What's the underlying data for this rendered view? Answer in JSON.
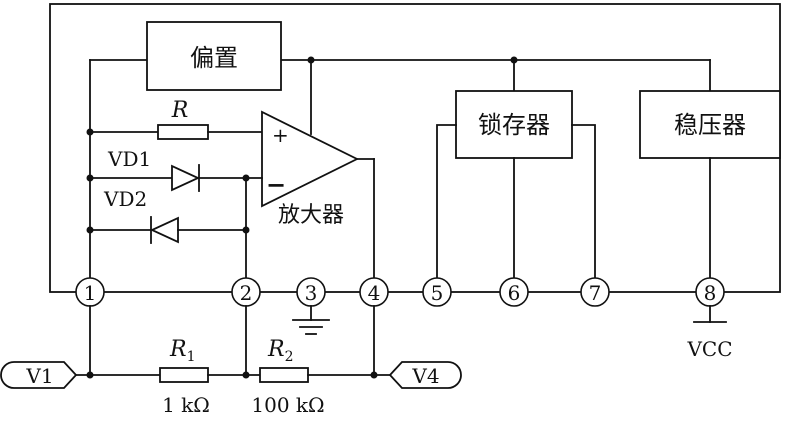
{
  "blocks": {
    "bias": "偏置",
    "latch": "锁存器",
    "regulator": "稳压器",
    "amplifier": "放大器"
  },
  "components": {
    "r_label": "R",
    "vd1": "VD1",
    "vd2": "VD2",
    "r1": {
      "letter": "R",
      "sub": "1",
      "value": "1 kΩ"
    },
    "r2": {
      "letter": "R",
      "sub": "2",
      "value": "100 kΩ"
    },
    "plus": "+",
    "minus": "−"
  },
  "pins": [
    "1",
    "2",
    "3",
    "4",
    "5",
    "6",
    "7",
    "8"
  ],
  "terminals": {
    "left": "V1",
    "right": "V4",
    "supply": "VCC"
  }
}
